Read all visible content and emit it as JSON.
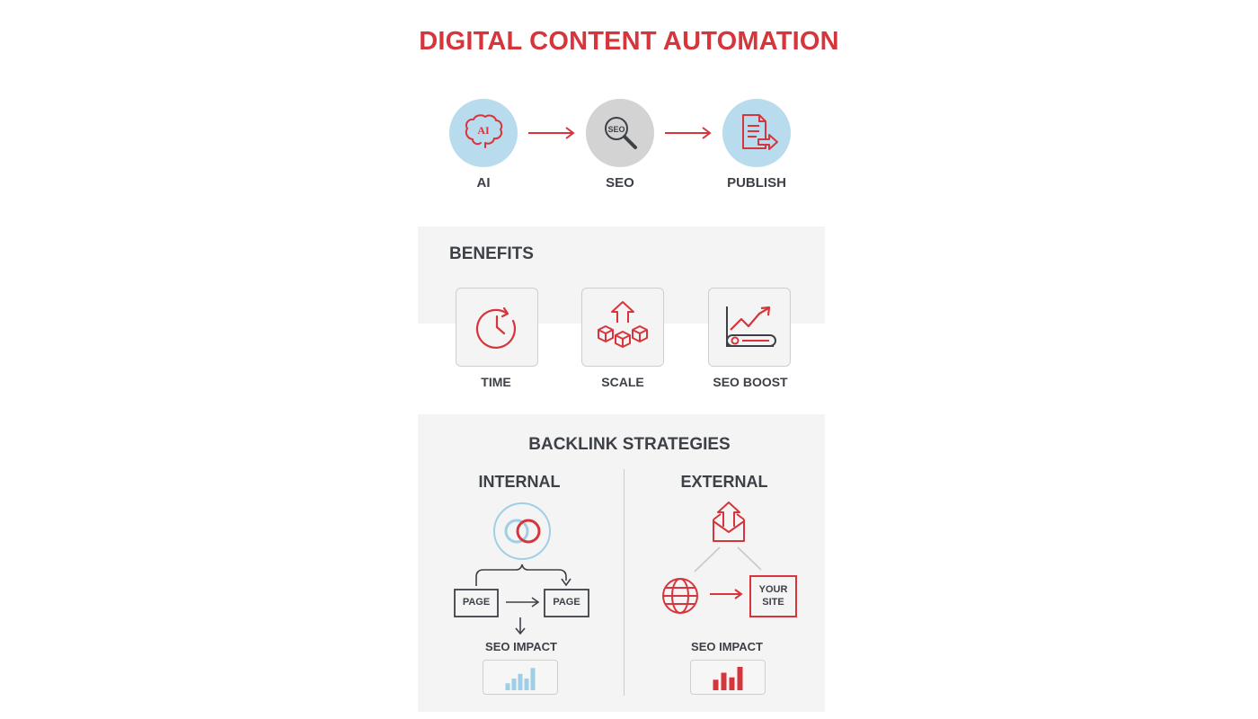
{
  "title": "DIGITAL CONTENT AUTOMATION",
  "flow": {
    "steps": [
      {
        "label": "AI",
        "icon": "brain-icon",
        "icon_text": "AI",
        "color": "#b8dced"
      },
      {
        "label": "SEO",
        "icon": "magnifier-icon",
        "icon_text": "SEO",
        "color": "#d3d3d3"
      },
      {
        "label": "PUBLISH",
        "icon": "document-export-icon",
        "color": "#b8dced"
      }
    ]
  },
  "benefits": {
    "title": "BENEFITS",
    "items": [
      {
        "label": "TIME",
        "icon": "clock-icon"
      },
      {
        "label": "SCALE",
        "icon": "cubes-arrow-icon"
      },
      {
        "label": "SEO BOOST",
        "icon": "trend-chart-icon"
      }
    ]
  },
  "backlinks": {
    "title": "BACKLINK STRATEGIES",
    "internal": {
      "heading": "INTERNAL",
      "page_a": "PAGE",
      "page_b": "PAGE",
      "impact": "SEO IMPACT",
      "bars": [
        0.3,
        0.5,
        0.7,
        0.5,
        0.95
      ]
    },
    "external": {
      "heading": "EXTERNAL",
      "site_line1": "YOUR",
      "site_line2": "SITE",
      "impact": "SEO IMPACT",
      "bars": [
        0.45,
        0.75,
        0.55,
        1.0
      ]
    }
  },
  "colors": {
    "accent": "#d6353b",
    "light_blue": "#b8dced",
    "text": "#3d4147"
  }
}
